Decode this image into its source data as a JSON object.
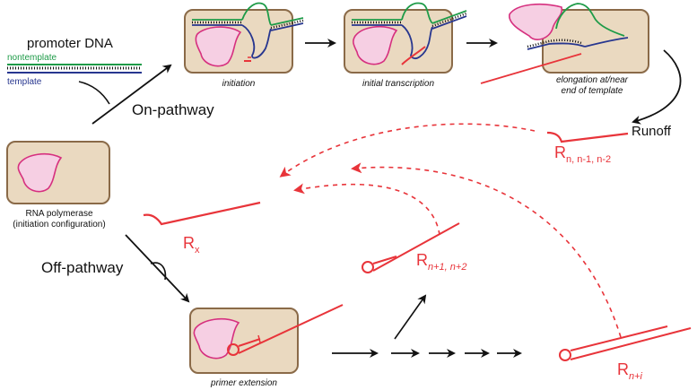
{
  "colors": {
    "box_fill": "#ead9c0",
    "box_stroke": "#8a6a48",
    "polymerase_fill": "#f6cfe3",
    "polymerase_stroke": "#d6307f",
    "rna": "#e8343a",
    "nontemplate": "#1e9b48",
    "template": "#27368f",
    "arrow": "#111111"
  },
  "labels": {
    "promoter_dna": "promoter DNA",
    "nontemplate": "nontemplate",
    "template": "template",
    "on_pathway": "On-pathway",
    "off_pathway": "Off-pathway",
    "initiation": "initiation",
    "initial_transcription": "initial transcription",
    "elongation_line1": "elongation at/near",
    "elongation_line2": "end of template",
    "runoff": "Runoff",
    "rna_polymerase_line1": "RNA polymerase",
    "rna_polymerase_line2": "(initiation configuration)",
    "primer_extension": "primer extension",
    "r_runoff_main": "R",
    "r_runoff_sub": "n, n-1, n-2",
    "r_x_main": "R",
    "r_x_sub": "x",
    "r_n12_main": "R",
    "r_n12_sub": "n+1, n+2",
    "r_ni_main": "R",
    "r_ni_sub": "n+i"
  }
}
